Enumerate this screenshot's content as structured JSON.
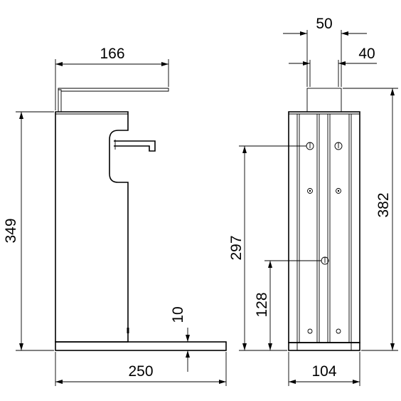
{
  "dimensions": {
    "top_width": "166",
    "side_height": "349",
    "base_thickness": "10",
    "base_width": "250",
    "bracket_width": "50",
    "bracket_inner": "40",
    "total_height": "382",
    "upper_mount_height": "297",
    "lower_mount_height": "128",
    "column_width": "104"
  }
}
